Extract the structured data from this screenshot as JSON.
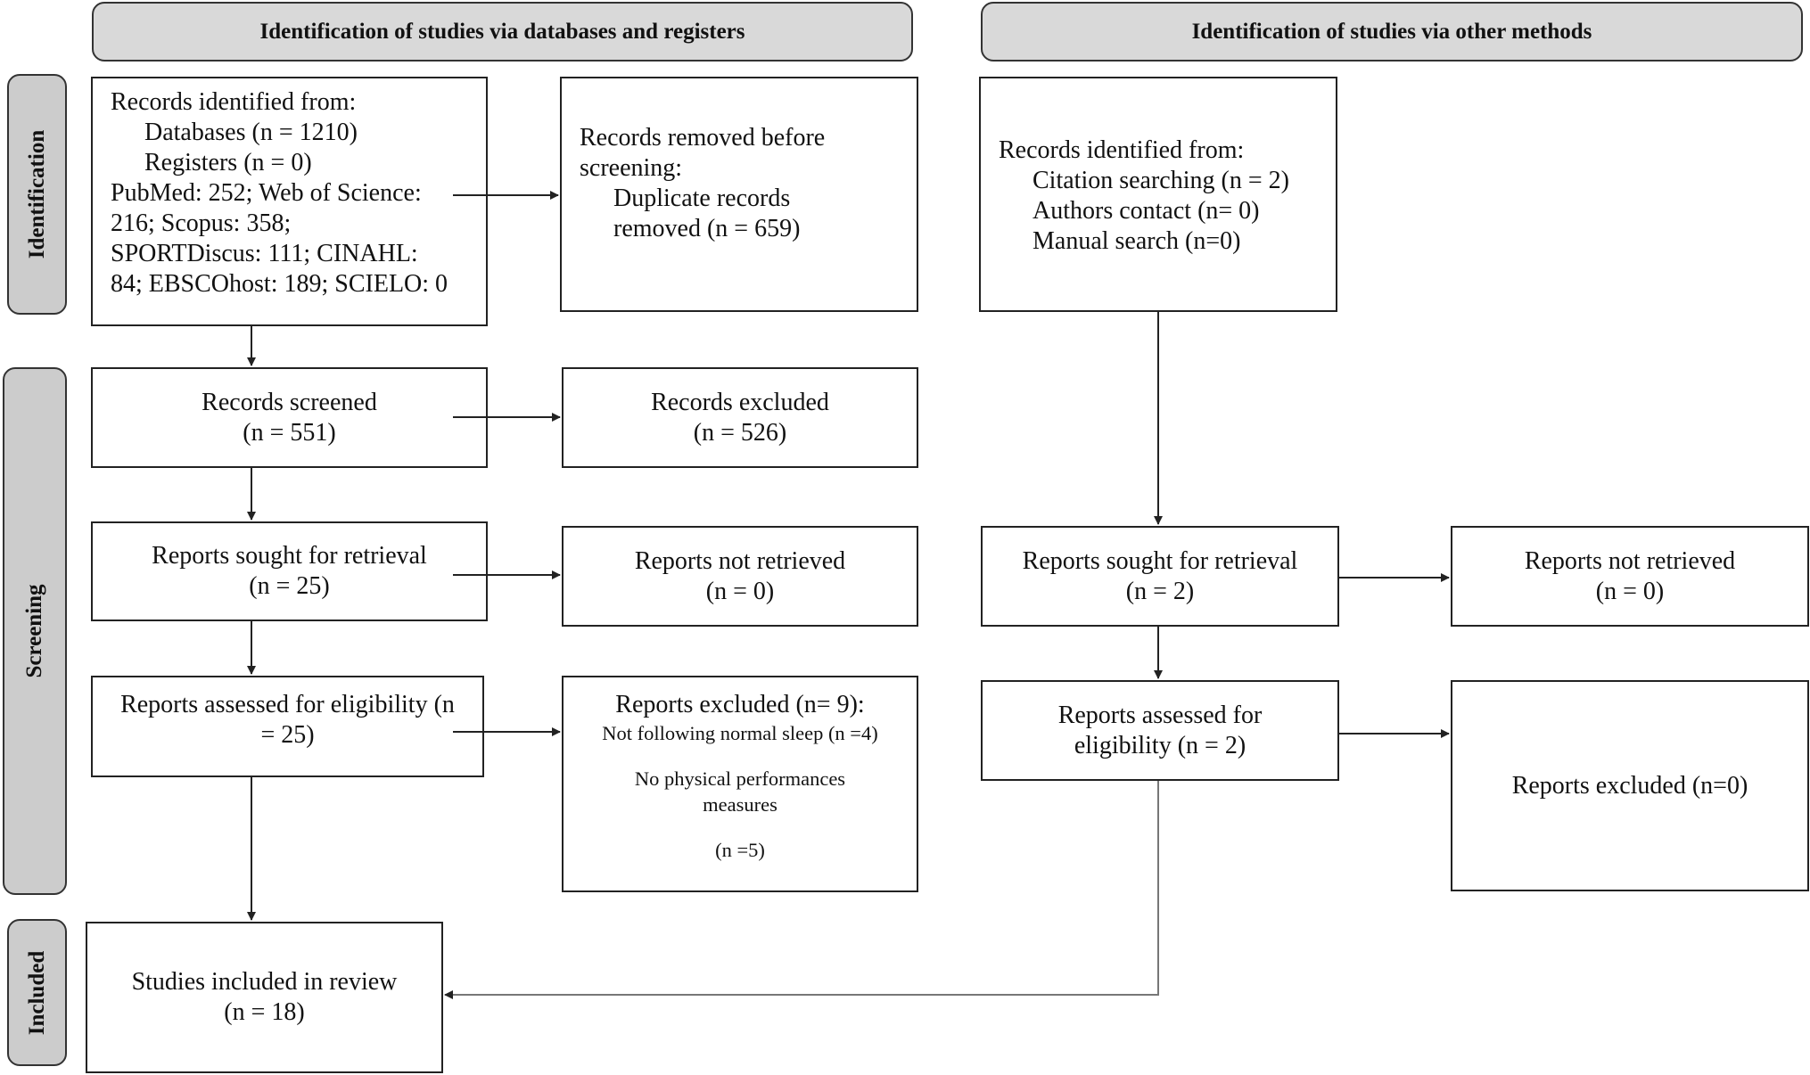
{
  "headers": {
    "databases": "Identification of studies via databases and registers",
    "other": "Identification of studies via other methods"
  },
  "phases": {
    "identification": "Identification",
    "screening": "Screening",
    "included": "Included"
  },
  "left": {
    "records_identified": {
      "title": "Records identified from:",
      "databases": "Databases (n = 1210)",
      "registers": "Registers (n = 0)",
      "detail_lines": [
        "PubMed: 252; Web of Science:",
        "216; Scopus: 358;",
        "SPORTDiscus: 111; CINAHL:",
        "84; EBSCOhost: 189; SCIELO: 0"
      ]
    },
    "records_removed": {
      "title_lines": [
        "Records removed before",
        "screening:"
      ],
      "detail_lines": [
        "Duplicate records",
        "removed (n = 659)"
      ]
    },
    "records_screened": {
      "label": "Records screened",
      "count": "(n = 551)"
    },
    "records_excluded": {
      "label": "Records excluded",
      "count": "(n = 526)"
    },
    "reports_sought": {
      "label": "Reports sought for retrieval",
      "count": "(n = 25)"
    },
    "reports_not_retrieved": {
      "label": "Reports not retrieved",
      "count": "(n = 0)"
    },
    "reports_assessed": {
      "lines": [
        "Reports assessed for eligibility (n",
        "= 25)"
      ]
    },
    "reports_excluded": {
      "title": "Reports excluded (n= 9):",
      "reason1": "Not following normal sleep (n =4)",
      "reason2_lines": [
        "No physical performances",
        "measures"
      ],
      "reason2_count": "(n =5)"
    },
    "studies_included": {
      "label": "Studies included in review",
      "count": "(n = 18)"
    }
  },
  "right": {
    "records_identified": {
      "title": "Records identified from:",
      "items": [
        "Citation searching (n = 2)",
        "Authors contact (n= 0)",
        "Manual search (n=0)"
      ]
    },
    "reports_sought": {
      "label": "Reports sought for retrieval",
      "count": "(n = 2)"
    },
    "reports_not_retrieved": {
      "label": "Reports not retrieved",
      "count": "(n = 0)"
    },
    "reports_assessed": {
      "lines": [
        "Reports assessed for",
        "eligibility (n = 2)"
      ]
    },
    "reports_excluded": {
      "label": "Reports excluded (n=0)"
    }
  }
}
